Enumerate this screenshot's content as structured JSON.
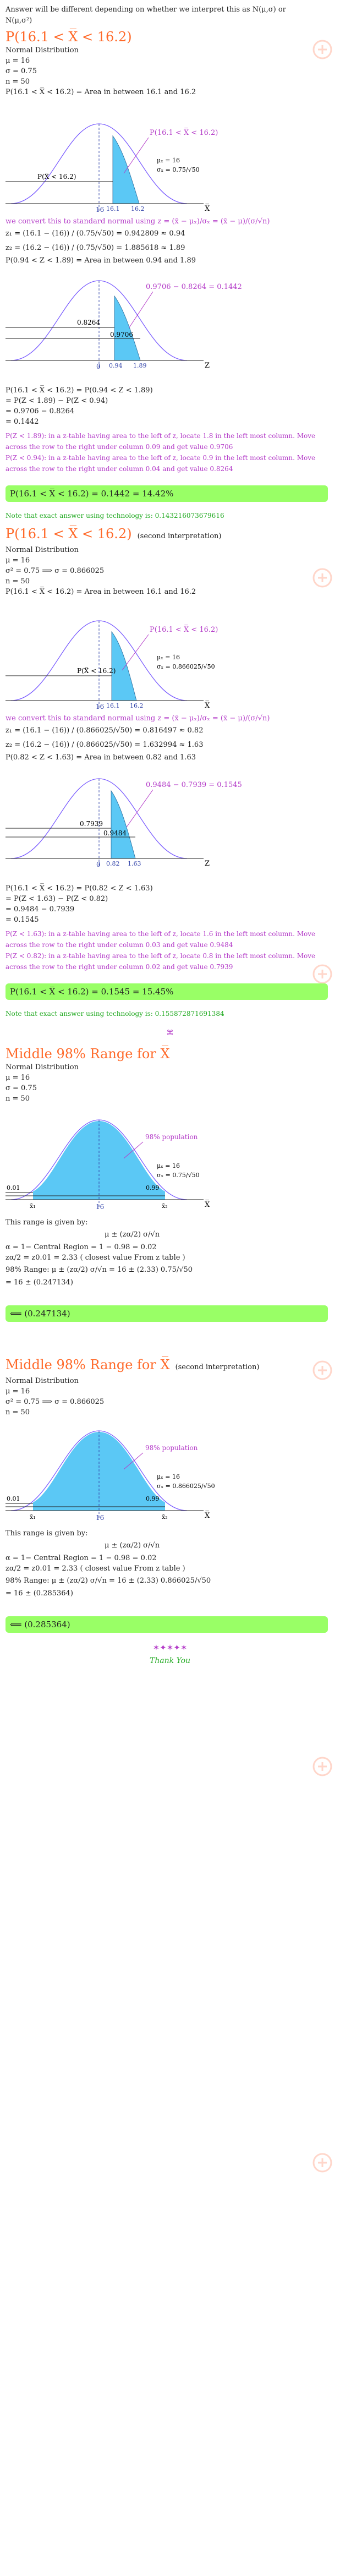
{
  "intro": "Answer will be different depending on whether we interpret this as N(μ,σ) or N(μ,σ²)",
  "colors": {
    "orange": "#ff6a2a",
    "purple": "#b43cc8",
    "green": "#22aa22",
    "answer_bg": "#99ff66",
    "curve": "#7a5cff",
    "fill": "#5bc8f5"
  },
  "section1": {
    "title": "P(16.1 < X̅ < 16.2)",
    "subtitle": "",
    "lines": [
      "Normal Distribution",
      "μ = 16",
      "σ = 0.75",
      "n = 50",
      "P(16.1 < X̅ < 16.2) = Area in between 16.1 and 16.2"
    ],
    "graph1": {
      "label": "P(16.1 < X̅ < 16.2)",
      "mu_label": "μₓ = 16",
      "sigma_label": "σₓ = 0.75/√50",
      "center": "16",
      "left": "16.1",
      "right": "16.2",
      "axis": "X̅",
      "region": "P(X̅ < 16.2)"
    },
    "convert": "we convert this to standard normal using z = (x̄ − μₓ)/σₓ = (x̄ − μ)/(σ/√n)",
    "z1": "z₁ = (16.1 − (16)) / (0.75/√50) = 0.942809 ≈ 0.94",
    "z2": "z₂ = (16.2 − (16)) / (0.75/√50) = 1.885618 ≈ 1.89",
    "zline": "P(0.94 < Z < 1.89) = Area in between 0.94 and 1.89",
    "graph2": {
      "label": "0.9706 − 0.8264 = 0.1442",
      "v1": "0.8264",
      "v2": "0.9706",
      "left": "0.94",
      "right": "1.89",
      "center": "0",
      "axis": "Z"
    },
    "calc": [
      "P(16.1 < X̅ < 16.2) = P(0.94 < Z < 1.89)",
      "= P(Z < 1.89) − P(Z < 0.94)",
      "= 0.9706 − 0.8264",
      "= 0.1442"
    ],
    "notes": [
      "P(Z < 1.89): in a z-table having area to the left of z, locate 1.8 in the left most column. Move across the row to the right under column 0.09 and get value 0.9706",
      "P(Z < 0.94): in a z-table having area to the left of z, locate 0.9 in the left most column. Move across the row to the right under column 0.04 and get value 0.8264"
    ],
    "answer": "P(16.1 < X̅ < 16.2) = 0.1442 = 14.42%",
    "tech": "Note that exact answer using technology is: 0.143216073679616"
  },
  "section2": {
    "title": "P(16.1 < X̅ < 16.2)",
    "subtitle": "(second interpretation)",
    "lines": [
      "Normal Distribution",
      "μ = 16",
      "σ² = 0.75 ⟹ σ = 0.866025",
      "n = 50",
      "P(16.1 < X̅ < 16.2) = Area in between 16.1 and 16.2"
    ],
    "graph1": {
      "label": "P(16.1 < X̅ < 16.2)",
      "mu_label": "μₓ = 16",
      "sigma_label": "σₓ = 0.866025/√50",
      "center": "16",
      "left": "16.1",
      "right": "16.2",
      "axis": "X̅",
      "region": "P(X̅ < 16.2)"
    },
    "convert": "we convert this to standard normal using z = (x̄ − μₓ)/σₓ = (x̄ − μ)/(σ/√n)",
    "z1": "z₁ = (16.1 − (16)) / (0.866025/√50) = 0.816497 ≈ 0.82",
    "z2": "z₂ = (16.2 − (16)) / (0.866025/√50) = 1.632994 ≈ 1.63",
    "zline": "P(0.82 < Z < 1.63) = Area in between 0.82 and 1.63",
    "graph2": {
      "label": "0.9484 − 0.7939 = 0.1545",
      "v1": "0.7939",
      "v2": "0.9484",
      "left": "0.82",
      "right": "1.63",
      "center": "0",
      "axis": "Z"
    },
    "calc": [
      "P(16.1 < X̅ < 16.2) = P(0.82 < Z < 1.63)",
      "= P(Z < 1.63) − P(Z < 0.82)",
      "= 0.9484 − 0.7939",
      "= 0.1545"
    ],
    "notes": [
      "P(Z < 1.63): in a z-table having area to the left of z, locate 1.6 in the left most column. Move across the row to the right under column 0.03 and get value 0.9484",
      "P(Z < 0.82): in a z-table having area to the left of z, locate 0.8 in the left most column. Move across the row to the right under column 0.02 and get value 0.7939"
    ],
    "answer": "P(16.1 < X̅ < 16.2) = 0.1545 = 15.45%",
    "tech": "Note that exact answer using technology is: 0.155872871691384"
  },
  "section3": {
    "title": "Middle 98% Range for X̅",
    "subtitle": "",
    "lines": [
      "Normal Distribution",
      "μ = 16",
      "σ = 0.75",
      "n = 50"
    ],
    "graph": {
      "pop": "98% population",
      "mu_label": "μₓ = 16",
      "sigma_label": "σₓ = 0.75/√50",
      "tail_left": "0.01",
      "tail_right": "0.99",
      "x1": "x̄₁",
      "x2": "x̄₂",
      "center": "16",
      "axis": "X̅"
    },
    "given": "This range is given by:",
    "formula": "μ ± (zα/2) σ/√n",
    "steps": [
      "α = 1− Central Region = 1 − 0.98 = 0.02",
      "zα/2 = z0.01 = 2.33 ( closest value From z table )",
      "98% Range: μ ± (zα/2) σ/√n = 16 ± (2.33) 0.75/√50",
      "= 16 ± (0.247134)"
    ],
    "answer": "⟸ (0.247134)"
  },
  "section4": {
    "title": "Middle 98% Range for X̅",
    "subtitle": "(second interpretation)",
    "lines": [
      "Normal Distribution",
      "μ = 16",
      "σ² = 0.75 ⟹ σ = 0.866025",
      "n = 50"
    ],
    "graph": {
      "pop": "98% population",
      "mu_label": "μₓ = 16",
      "sigma_label": "σₓ = 0.866025/√50",
      "tail_left": "0.01",
      "tail_right": "0.99",
      "x1": "x̄₁",
      "x2": "x̄₂",
      "center": "16",
      "axis": "X̅"
    },
    "given": "This range is given by:",
    "formula": "μ ± (zα/2) σ/√n",
    "steps": [
      "α = 1− Central Region = 1 − 0.98 = 0.02",
      "zα/2 = z0.01 = 2.33 ( closest value From z table )",
      "98% Range: μ ± (zα/2) σ/√n = 16 ± (2.33) 0.866025/√50",
      "= 16 ± (0.285364)"
    ],
    "answer": "⟸ (0.285364)"
  },
  "divider": "⌘",
  "footer_divider": "✶✦✶✦✶",
  "thanks": "Thank You"
}
